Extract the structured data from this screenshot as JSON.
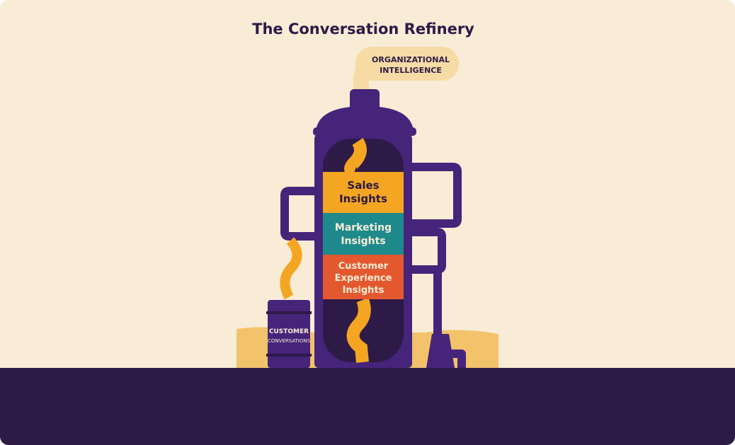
{
  "title": "The Conversation Refinery",
  "output_label": [
    "ORGANIZATIONAL",
    "INTELLIGENCE"
  ],
  "layers": [
    {
      "lines": [
        "Sales",
        "Insights"
      ],
      "color": "#f4a623",
      "text_color": "#2b1a3f"
    },
    {
      "lines": [
        "Marketing",
        "Insights"
      ],
      "color": "#1f8a8c",
      "text_color": "#f8ecd6"
    },
    {
      "lines": [
        "Customer",
        "Experience",
        "Insights"
      ],
      "color": "#e4582f",
      "text_color": "#f8ecd6"
    }
  ],
  "input_label": [
    "CUSTOMER",
    "CONVERSATIONS"
  ],
  "colors": {
    "background": "#f8ecd6",
    "purple": "#45247a",
    "dark": "#2d1a47",
    "sand": "#f2c36b",
    "flow": "#f4a623"
  }
}
